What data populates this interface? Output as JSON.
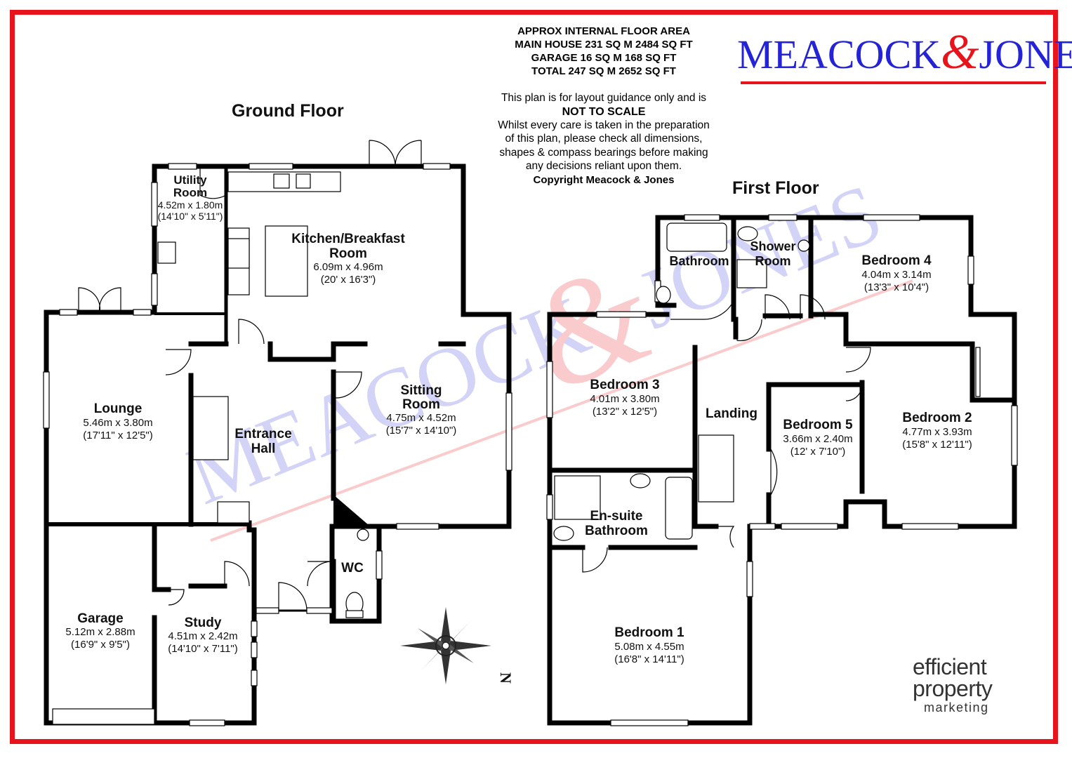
{
  "header": {
    "area_title": "APPROX INTERNAL FLOOR AREA",
    "main_house": "MAIN HOUSE 231 SQ M 2484 SQ FT",
    "garage": "GARAGE 16 SQ M 168 SQ FT",
    "total": "TOTAL 247 SQ M 2652 SQ FT",
    "disclaimer_1": "This plan is for layout guidance only and is",
    "disclaimer_2": "NOT TO SCALE",
    "disclaimer_3": "Whilst every care is taken in the preparation",
    "disclaimer_4": "of this plan, please check all dimensions,",
    "disclaimer_5": "shapes & compass bearings before making",
    "disclaimer_6": "any decisions reliant upon them.",
    "copyright": "Copyright Meacock & Jones"
  },
  "brand": {
    "name_left": "MEACOCK",
    "ampersand": "&",
    "name_right": "JONES",
    "blue": "#2424d6",
    "red": "#e8141c"
  },
  "floors": {
    "ground_title": "Ground Floor",
    "first_title": "First Floor"
  },
  "ground_rooms": [
    {
      "name": "Utility",
      "name2": "Room",
      "metric": "4.52m x 1.80m",
      "imperial": "(14'10\" x 5'11\")"
    },
    {
      "name": "Kitchen/Breakfast",
      "name2": "Room",
      "metric": "6.09m x 4.96m",
      "imperial": "(20' x 16'3\")"
    },
    {
      "name": "Lounge",
      "metric": "5.46m x 3.80m",
      "imperial": "(17'11\" x 12'5\")"
    },
    {
      "name": "Entrance",
      "name2": "Hall"
    },
    {
      "name": "Sitting",
      "name2": "Room",
      "metric": "4.75m x 4.52m",
      "imperial": "(15'7\" x 14'10\")"
    },
    {
      "name": "WC"
    },
    {
      "name": "Garage",
      "metric": "5.12m x 2.88m",
      "imperial": "(16'9\" x 9'5\")"
    },
    {
      "name": "Study",
      "metric": "4.51m x 2.42m",
      "imperial": "(14'10\" x 7'11\")"
    }
  ],
  "first_rooms": [
    {
      "name": "Bathroom"
    },
    {
      "name": "Shower",
      "name2": "Room"
    },
    {
      "name": "Bedroom 4",
      "metric": "4.04m x 3.14m",
      "imperial": "(13'3\" x 10'4\")"
    },
    {
      "name": "Bedroom 3",
      "metric": "4.01m x 3.80m",
      "imperial": "(13'2\" x 12'5\")"
    },
    {
      "name": "Landing"
    },
    {
      "name": "Bedroom 5",
      "metric": "3.66m x 2.40m",
      "imperial": "(12' x 7'10\")"
    },
    {
      "name": "Bedroom 2",
      "metric": "4.77m x 3.93m",
      "imperial": "(15'8\" x 12'11\")"
    },
    {
      "name": "En-suite",
      "name2": "Bathroom"
    },
    {
      "name": "Bedroom 1",
      "metric": "5.08m x 4.55m",
      "imperial": "(16'8\" x 14'11\")"
    }
  ],
  "compass": {
    "north_label": "N"
  },
  "watermark": {
    "text_left": "MEACOCK",
    "amp": "&",
    "text_right": "JONES"
  },
  "footer_logo": {
    "line1": "efficient",
    "line2": "property",
    "line3": "marketing"
  }
}
